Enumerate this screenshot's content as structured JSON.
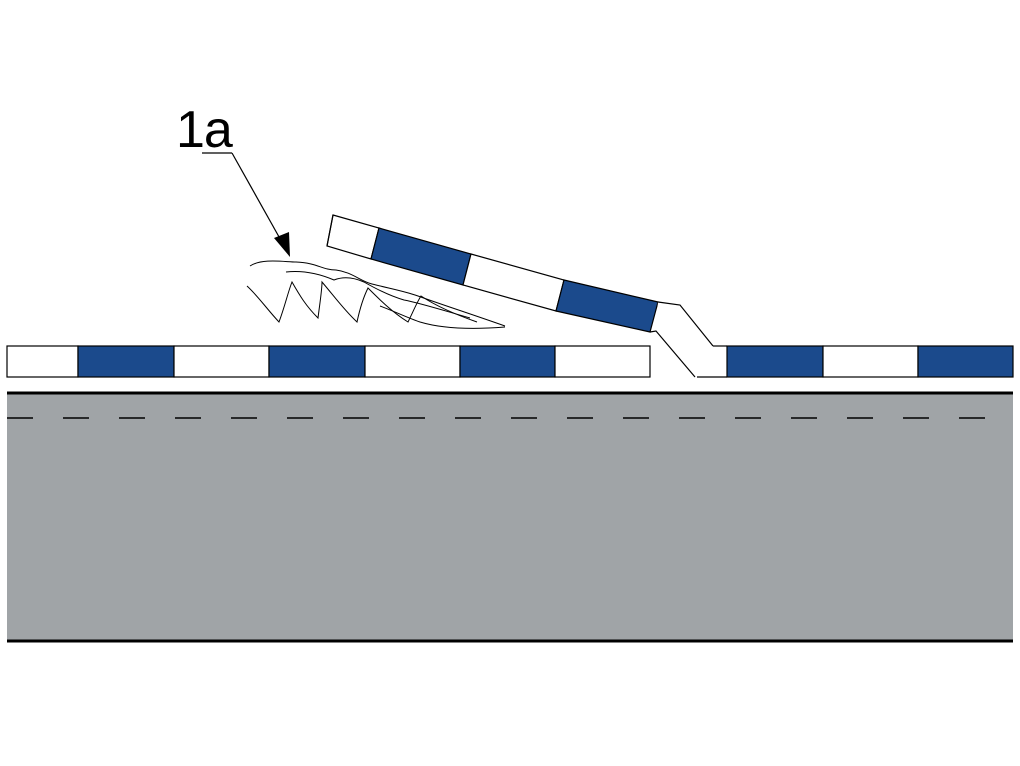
{
  "annotation": {
    "label": "1a"
  },
  "colors": {
    "stripe_dark": "#1b4a8c",
    "stripe_light": "#ffffff",
    "road_surface": "#a0a4a7",
    "outline": "#000000"
  },
  "strip": {
    "pattern": [
      "light",
      "dark",
      "light",
      "dark",
      "light",
      "dark",
      "light"
    ],
    "right_pattern": [
      "light",
      "dark",
      "light",
      "dark"
    ],
    "raised_pattern": [
      "light",
      "dark",
      "light",
      "dark",
      "light"
    ]
  }
}
